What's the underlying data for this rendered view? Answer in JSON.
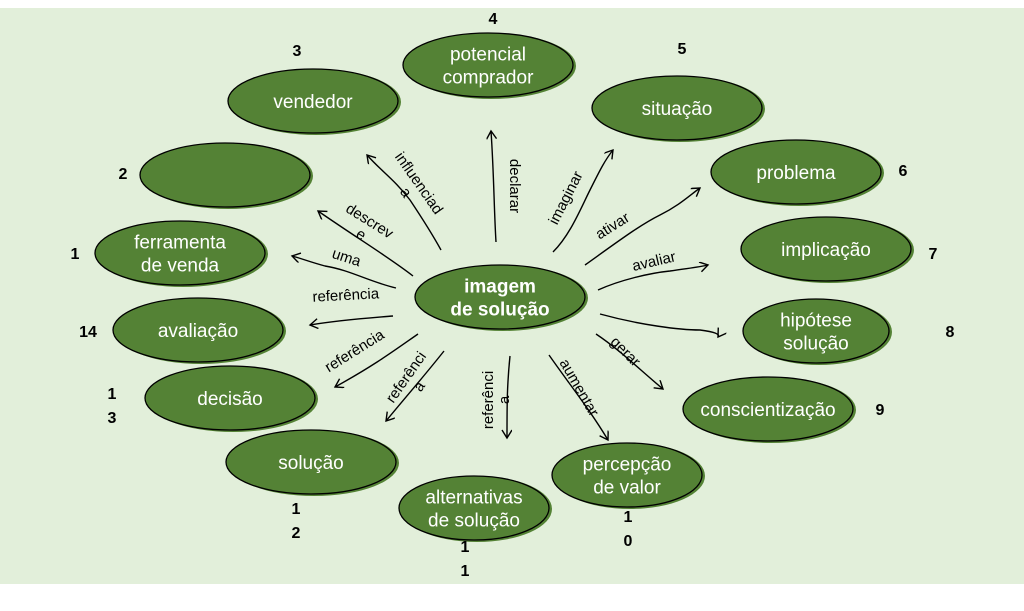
{
  "colors": {
    "background": "#e2efda",
    "node_fill": "#548235",
    "node_text": "#ffffff",
    "outline": "#000000"
  },
  "center": {
    "lines": [
      "imagem",
      "de solução"
    ]
  },
  "nodes": [
    {
      "id": "ferramenta",
      "number": "1",
      "lines": [
        "ferramenta",
        "de venda"
      ]
    },
    {
      "id": "blank",
      "number": "2",
      "lines": []
    },
    {
      "id": "vendedor",
      "number": "3",
      "lines": [
        "vendedor"
      ]
    },
    {
      "id": "potencial",
      "number": "4",
      "lines": [
        "potencial",
        "comprador"
      ]
    },
    {
      "id": "situacao",
      "number": "5",
      "lines": [
        "situação"
      ]
    },
    {
      "id": "problema",
      "number": "6",
      "lines": [
        "problema"
      ]
    },
    {
      "id": "implicacao",
      "number": "7",
      "lines": [
        "implicação"
      ]
    },
    {
      "id": "hipotese",
      "number": "8",
      "lines": [
        "hipótese",
        "solução"
      ]
    },
    {
      "id": "conscientizacao",
      "number": "9",
      "lines": [
        "conscientização"
      ]
    },
    {
      "id": "percepcao",
      "number": "10",
      "number_lines": [
        "1",
        "0"
      ],
      "lines": [
        "percepção",
        "de valor"
      ]
    },
    {
      "id": "alternativas",
      "number": "11",
      "number_lines": [
        "1",
        "1"
      ],
      "lines": [
        "alternativas",
        "de solução"
      ]
    },
    {
      "id": "solucao",
      "number": "12",
      "number_lines": [
        "1",
        "2"
      ],
      "lines": [
        "solução"
      ]
    },
    {
      "id": "decisao",
      "number": "13",
      "number_lines": [
        "1",
        "3"
      ],
      "lines": [
        "decisão"
      ]
    },
    {
      "id": "avaliacao",
      "number": "14",
      "lines": [
        "avaliação"
      ]
    }
  ],
  "edges": [
    {
      "to": "vendedor",
      "label_lines": [
        "influenciad",
        "a"
      ]
    },
    {
      "to": "blank",
      "label_lines": [
        "descrev",
        "e"
      ]
    },
    {
      "to": "ferramenta",
      "label_lines": [
        "uma"
      ]
    },
    {
      "to": "potencial",
      "label_lines": [
        "declarar"
      ]
    },
    {
      "to": "situacao",
      "label_lines": [
        "imaginar"
      ]
    },
    {
      "to": "problema",
      "label_lines": [
        "ativar"
      ]
    },
    {
      "to": "implicacao",
      "label_lines": [
        "avaliar"
      ]
    },
    {
      "to": "hipotese",
      "label_lines": []
    },
    {
      "to": "conscientizacao",
      "label_lines": [
        "gerar"
      ]
    },
    {
      "to": "percepcao",
      "label_lines": [
        "aumentar"
      ]
    },
    {
      "to": "alternativas",
      "label_lines": [
        "referênci",
        "a"
      ]
    },
    {
      "to": "solucao",
      "label_lines": [
        "referênci",
        "a"
      ]
    },
    {
      "to": "decisao",
      "label_lines": [
        "referência"
      ]
    },
    {
      "to": "avaliacao",
      "label_lines": [
        "referência"
      ]
    }
  ]
}
